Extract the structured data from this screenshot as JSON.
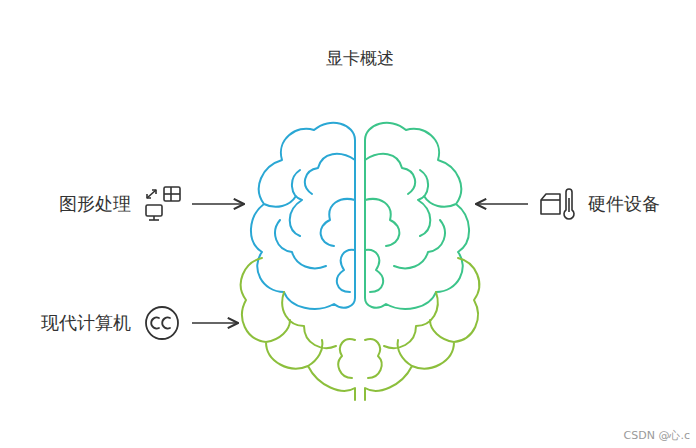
{
  "diagram": {
    "title": "显卡概述",
    "labels": [
      "图形处理",
      "硬件设备",
      "现代计算机",
      "CSDN @心.c"
    ]
  }
}
